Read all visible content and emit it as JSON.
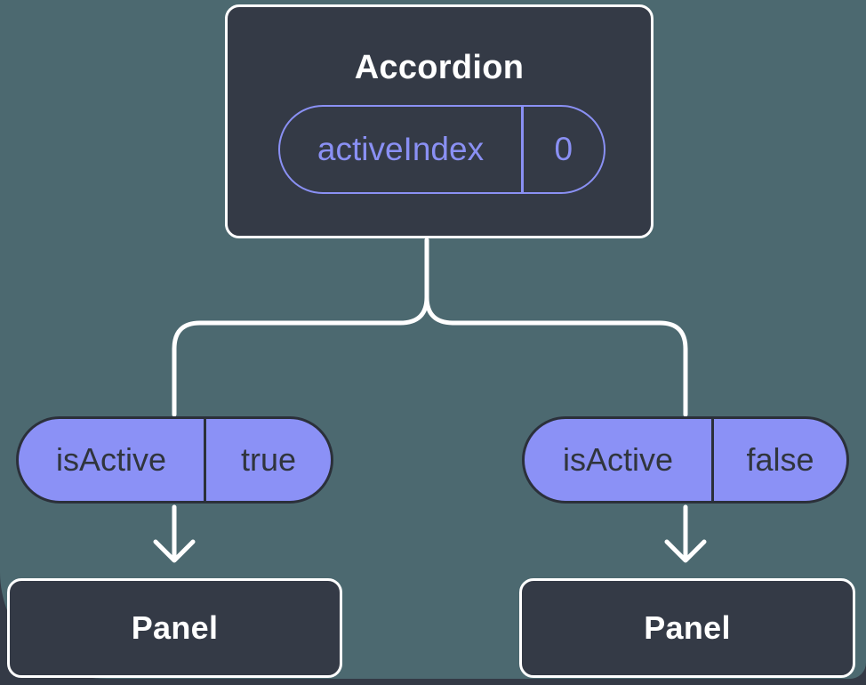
{
  "diagram": {
    "root": {
      "title": "Accordion",
      "prop": {
        "name": "activeIndex",
        "value": "0"
      }
    },
    "children": [
      {
        "prop": {
          "name": "isActive",
          "value": "true"
        },
        "target": {
          "title": "Panel"
        }
      },
      {
        "prop": {
          "name": "isActive",
          "value": "false"
        },
        "target": {
          "title": "Panel"
        }
      }
    ],
    "colors": {
      "background_teal": "#4C6970",
      "page_background": "#343A46",
      "node_fill": "#343A46",
      "node_border": "#FFFFFF",
      "accent_purple": "#8A90F4",
      "pill_fill": "#8B91F6",
      "pill_border": "#2B303A",
      "pill_text": "#30353D",
      "connector": "#FFFFFF"
    }
  }
}
